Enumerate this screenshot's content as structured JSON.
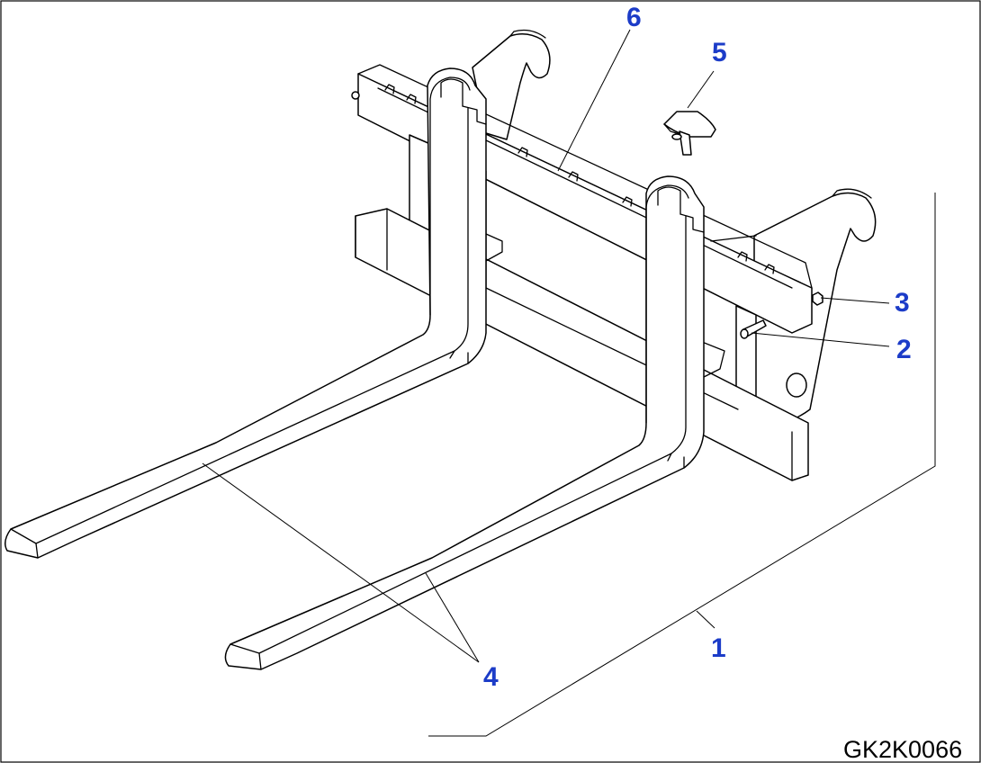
{
  "figure": {
    "code": "GK2K0066",
    "callouts": {
      "p1": "1",
      "p2": "2",
      "p3": "3",
      "p4": "4",
      "p5": "5",
      "p6": "6"
    },
    "colors": {
      "callout": "#1c3cc8",
      "linework": "#000000",
      "background": "#ffffff"
    }
  }
}
